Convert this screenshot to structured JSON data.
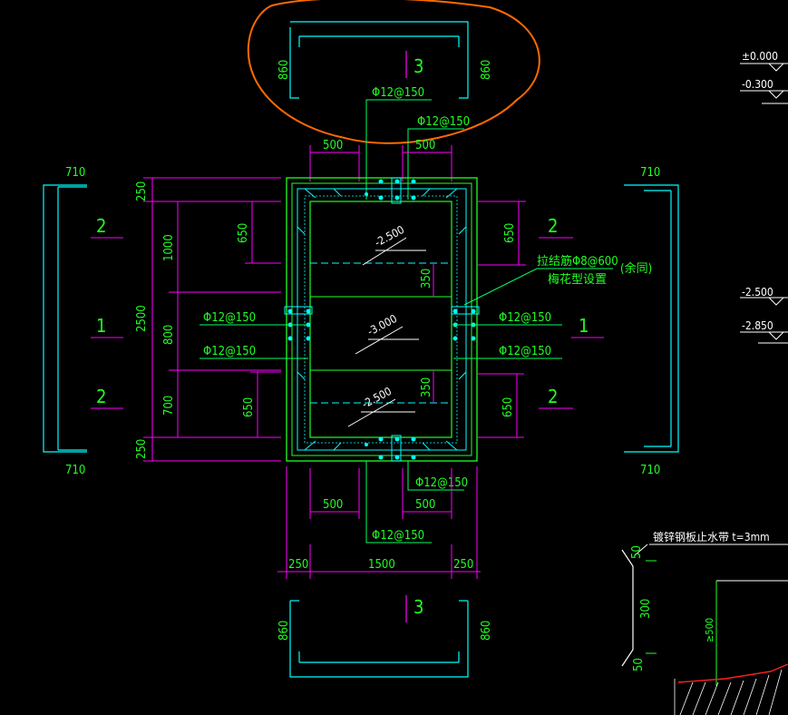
{
  "sections": {
    "top": "3",
    "bottom": "3",
    "left_upper": "2",
    "left_mid": "1",
    "left_lower": "2",
    "right_upper": "2",
    "right_mid": "1",
    "right_lower": "2"
  },
  "widths": {
    "top_left": "860",
    "top_right": "860",
    "bottom_left": "860",
    "bottom_right": "860",
    "left_top": "710",
    "left_bottom": "710",
    "right_top": "710",
    "right_bottom": "710"
  },
  "rebar": {
    "top_1": "Φ12@150",
    "top_2": "Φ12@150",
    "bottom_1": "Φ12@150",
    "bottom_2": "Φ12@150",
    "left_1": "Φ12@150",
    "left_2": "Φ12@150",
    "right_1": "Φ12@150",
    "right_2": "Φ12@150"
  },
  "tie_note": {
    "line1": "拉结筋Φ8@600",
    "line2": "梅花型设置",
    "side": "(余同)"
  },
  "dims": {
    "top_500_left": "500",
    "top_500_right": "500",
    "bot_500_left": "500",
    "bot_500_right": "500",
    "left_250_top": "250",
    "left_1000": "1000",
    "left_2500": "2500",
    "left_800": "800",
    "left_700": "700",
    "left_250_bot": "250",
    "left_650_top": "650",
    "left_650_bot": "650",
    "right_650_top": "650",
    "right_650_bot": "650",
    "mid_350_top": "350",
    "mid_350_bot": "350",
    "bottom_250_left": "250",
    "bottom_1500": "1500",
    "bottom_250_right": "250"
  },
  "elevations_plan": {
    "upper": "-2.500",
    "middle": "-3.000",
    "lower": "-2.500"
  },
  "elevations_right": {
    "e1": "±0.000",
    "e2": "-0.300",
    "e3": "-2.500",
    "e4": "-2.850"
  },
  "waterstop": {
    "title": "镀锌钢板止水带  t=3mm",
    "d50_top": "50",
    "d300": "300",
    "d50_bot": "50",
    "d500": "≥500"
  },
  "colors": {
    "cyan": "#00ffff",
    "magenta": "#ff00ff",
    "green": "#22ff22",
    "white": "#ffffff",
    "orange": "#ff6a00",
    "red": "#ff2020"
  }
}
